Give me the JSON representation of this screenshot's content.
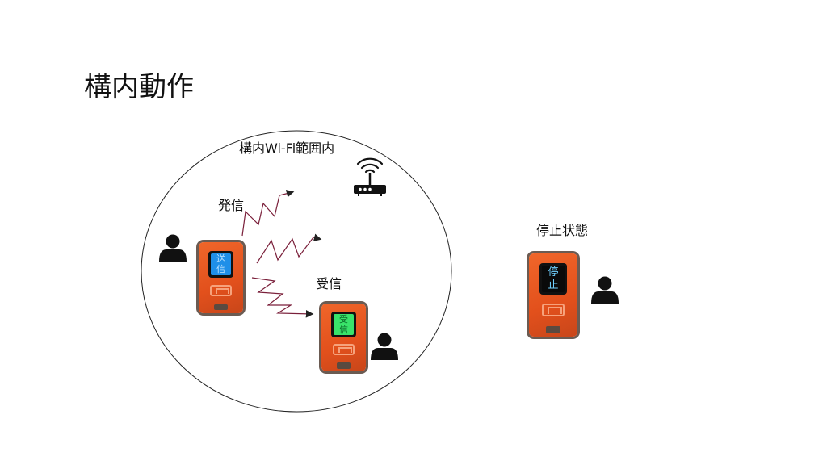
{
  "slide": {
    "title": "構内動作"
  },
  "diagram": {
    "range_label": "構内Wi-Fi範囲内",
    "send_label": "発信",
    "receive_label": "受信",
    "stopped_label": "停止状態"
  },
  "devices": {
    "sender": {
      "line1": "送",
      "line2": "信",
      "screen_color": "#1f8fe8",
      "text_color": "#bfe4ff"
    },
    "receiver": {
      "line1": "受",
      "line2": "信",
      "screen_color": "#39e36a",
      "text_color": "#0b6b2a"
    },
    "stopped": {
      "line1": "停",
      "line2": "止",
      "screen_color": "#0a0a0a",
      "text_color": "#6fd0ff"
    }
  },
  "colors": {
    "wave": "#7a1f3a",
    "device_body": "#e85a22",
    "person": "#111111"
  },
  "icons": [
    "wifi-router-icon",
    "person-icon"
  ]
}
